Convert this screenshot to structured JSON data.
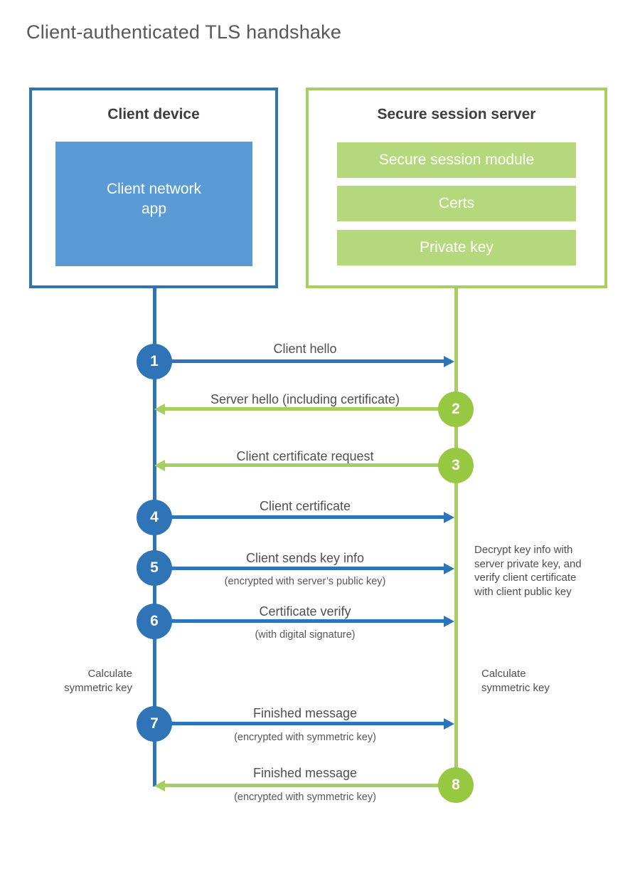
{
  "page": {
    "title": "Client-authenticated TLS handshake"
  },
  "colors": {
    "blue": "#2e74b6",
    "blue_fill": "#5b9bd5",
    "green": "#a5cf5f",
    "green_circle": "#97c842",
    "green_fill": "#b6d87c",
    "title_text": "#58585b",
    "heading_text": "#3d3e40",
    "label_text": "#4d4f52",
    "sub_text": "#55575a"
  },
  "client_box": {
    "title": "Client device",
    "app_label": "Client network\napp"
  },
  "server_box": {
    "title": "Secure session server",
    "modules": [
      "Secure session module",
      "Certs",
      "Private key"
    ]
  },
  "messages": [
    {
      "step": "1",
      "label": "Client hello",
      "from": "client",
      "to": "server"
    },
    {
      "step": "2",
      "label": "Server hello (including certificate)",
      "from": "server",
      "to": "client"
    },
    {
      "step": "3",
      "label": "Client certificate request",
      "from": "server",
      "to": "client"
    },
    {
      "step": "4",
      "label": "Client certificate",
      "from": "client",
      "to": "server"
    },
    {
      "step": "5",
      "label": "Client sends key info",
      "sub": "(encrypted with server’s public key)",
      "from": "client",
      "to": "server"
    },
    {
      "step": "6",
      "label": "Certificate verify",
      "sub": "(with digital signature)",
      "from": "client",
      "to": "server"
    },
    {
      "step": "7",
      "label": "Finished message",
      "sub": "(encrypted with symmetric key)",
      "from": "client",
      "to": "server"
    },
    {
      "step": "8",
      "label": "Finished message",
      "sub": "(encrypted with symmetric key)",
      "from": "server",
      "to": "client"
    }
  ],
  "annotations": {
    "decrypt_note": "Decrypt key info with\nserver private key, and\nverify client certificate\nwith client public key",
    "calculate_left": "Calculate\nsymmetric key",
    "calculate_right": "Calculate\nsymmetric key"
  }
}
